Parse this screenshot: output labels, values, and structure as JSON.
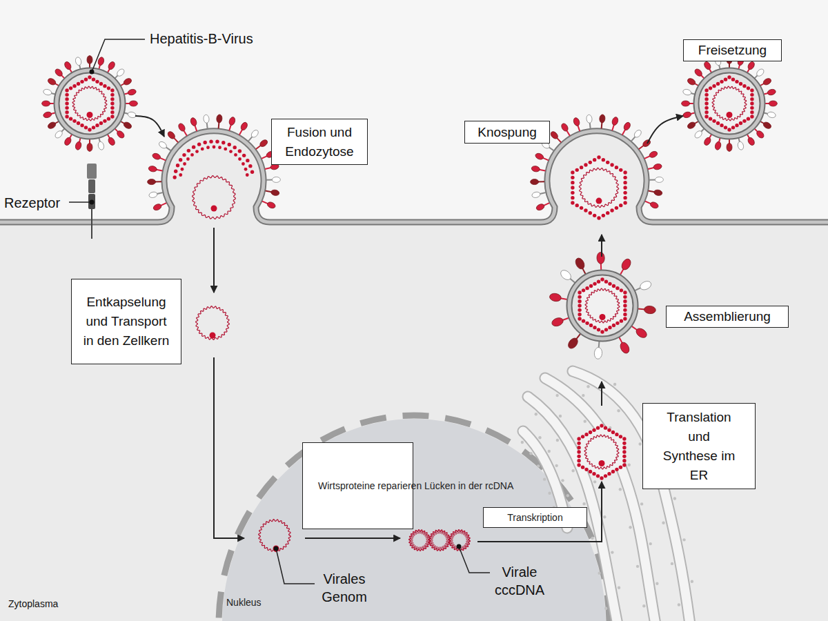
{
  "diagram": {
    "nodes": [
      {
        "text": [
          "Freisetzung"
        ]
      },
      {
        "text": [
          "Fusion und Endozytose"
        ]
      },
      {
        "text": [
          "Knospung"
        ]
      },
      {
        "text": [
          "Entkapselung und Transport in den Zellkern"
        ]
      },
      {
        "text": [
          "Assemblierung"
        ]
      },
      {
        "text": [
          "Translation und Synthese im ER"
        ]
      },
      {
        "text": [
          "Nukleus"
        ]
      },
      {
        "text": [
          "Wirtsproteine reparieren Lücken in der rcDNA"
        ],
        "in": 6
      },
      {
        "text": [
          "Transkription"
        ],
        "in": 6
      }
    ],
    "labels": [
      "Hepatitis-B-Virus",
      "Rezeptor",
      "Virales Genom",
      "Virale cccDNA",
      "Zytoplasma"
    ]
  }
}
